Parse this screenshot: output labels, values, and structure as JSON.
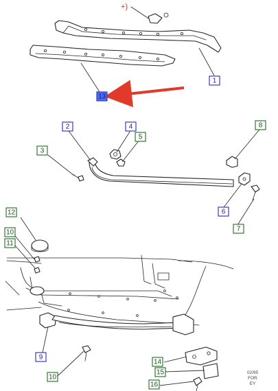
{
  "diagram": {
    "colors": {
      "blue_box_stroke": "#3a3ab8",
      "blue_text": "#22228a",
      "green_box_stroke": "#2f7a2f",
      "green_text": "#1f4a1f",
      "highlight_fill": "#4a6cf0",
      "highlight_text": "#1a1a7a",
      "arrow": "#e23a2a",
      "plus_note": "#d83020"
    },
    "plus_note": "+)",
    "callouts": [
      {
        "id": "c1",
        "label": "1",
        "style": "blue"
      },
      {
        "id": "c13",
        "label": "13",
        "style": "highlight"
      },
      {
        "id": "c2",
        "label": "2",
        "style": "blue"
      },
      {
        "id": "c4",
        "label": "4",
        "style": "blue"
      },
      {
        "id": "c5",
        "label": "5",
        "style": "green"
      },
      {
        "id": "c8",
        "label": "8",
        "style": "green"
      },
      {
        "id": "c3",
        "label": "3",
        "style": "green"
      },
      {
        "id": "c6",
        "label": "6",
        "style": "blue"
      },
      {
        "id": "c7",
        "label": "7",
        "style": "green"
      },
      {
        "id": "c12",
        "label": "12",
        "style": "green"
      },
      {
        "id": "c10a",
        "label": "10",
        "style": "green"
      },
      {
        "id": "c11",
        "label": "11",
        "style": "green"
      },
      {
        "id": "c9",
        "label": "9",
        "style": "blue"
      },
      {
        "id": "c10b",
        "label": "10",
        "style": "green"
      },
      {
        "id": "c14",
        "label": "14",
        "style": "green"
      },
      {
        "id": "c15",
        "label": "15",
        "style": "green"
      },
      {
        "id": "c16",
        "label": "16",
        "style": "green"
      }
    ],
    "caption": [
      "02/95",
      "FOR",
      "EY"
    ]
  }
}
